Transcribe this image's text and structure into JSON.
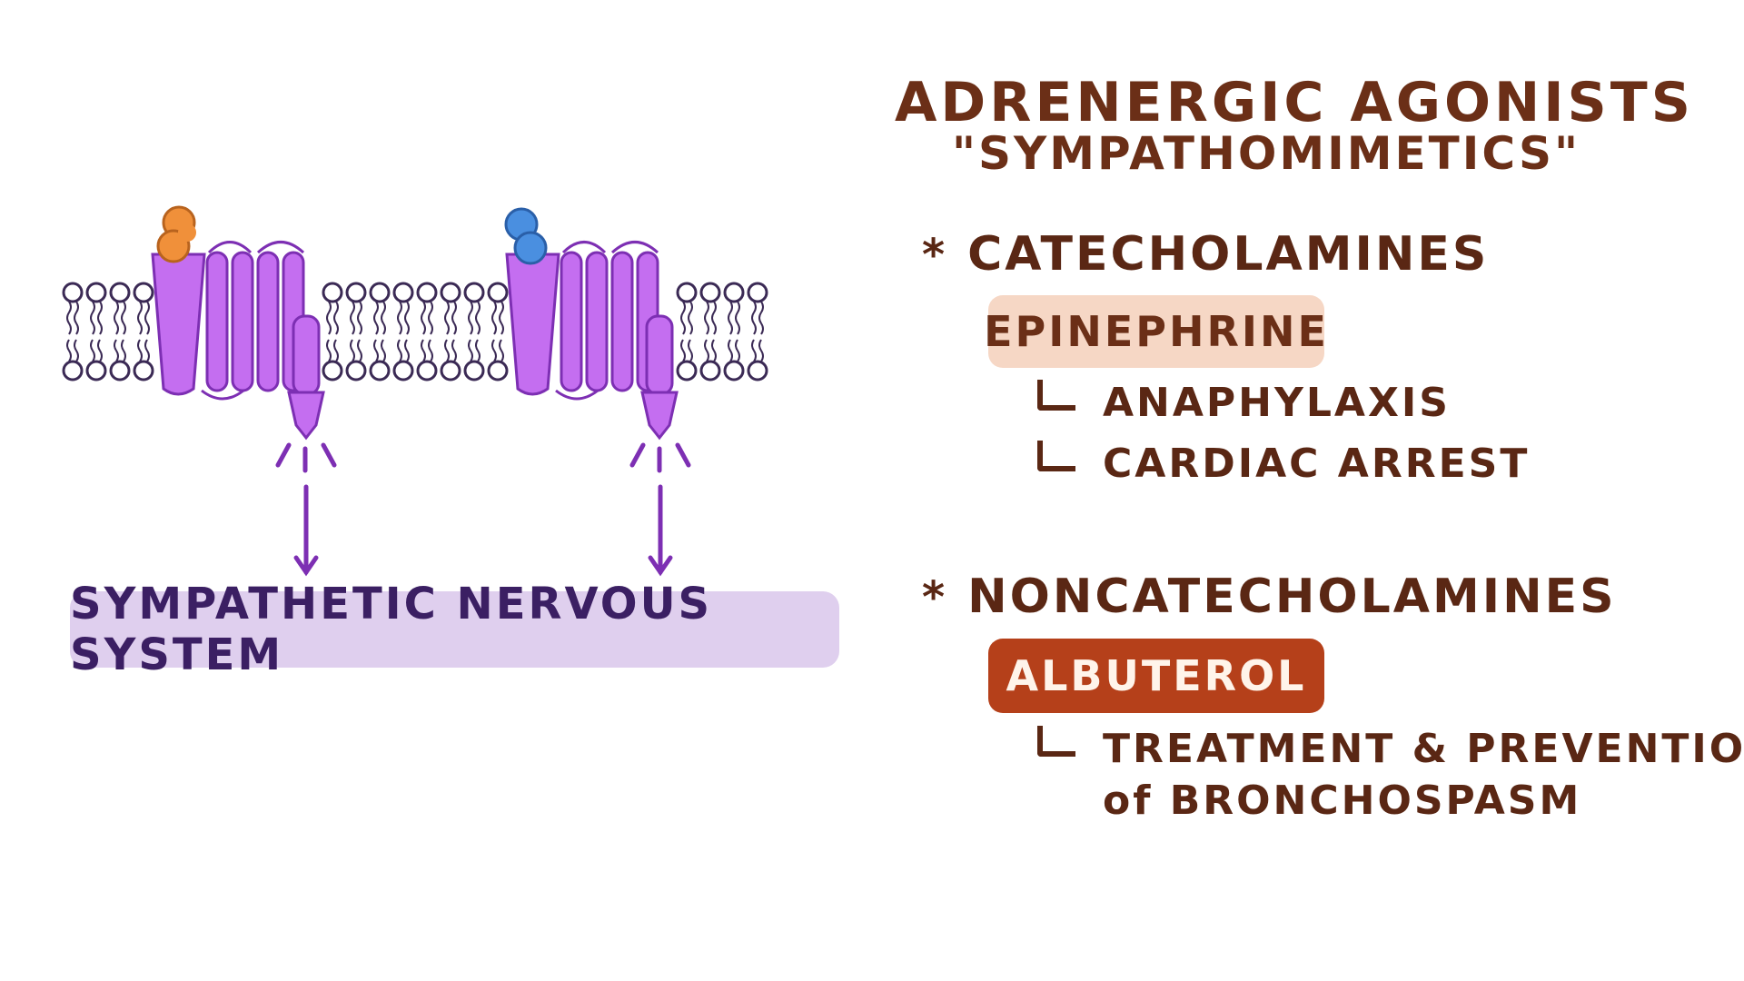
{
  "title": "ADRENERGIC AGONISTS",
  "subtitle": "\"SYMPATHOMIMETICS\"",
  "colors": {
    "brown": "#6b2f17",
    "receptor_purple": "#c46ef0",
    "receptor_outline": "#7d2fb3",
    "ligand_orange": "#f0903a",
    "ligand_blue": "#4a8fe0",
    "sns_bg": "#dfcfee",
    "epinephrine_bg": "#f6d7c5",
    "albuterol_bg": "#b5401a"
  },
  "sections": {
    "catecholamines": {
      "bullet": "*",
      "heading": "CATECHOLAMINES",
      "drug": "EPINEPHRINE",
      "uses": [
        "ANAPHYLAXIS",
        "CARDIAC ARREST"
      ]
    },
    "noncatecholamines": {
      "bullet": "*",
      "heading": "NONCATECHOLAMINES",
      "drug": "ALBUTEROL",
      "uses": [
        "TREATMENT & PREVENTION",
        "of BRONCHOSPASM"
      ]
    }
  },
  "diagram": {
    "system_label": "SYMPATHETIC NERVOUS SYSTEM",
    "receptors": [
      {
        "ligand": "orange-ligand"
      },
      {
        "ligand": "blue-ligand"
      }
    ]
  }
}
